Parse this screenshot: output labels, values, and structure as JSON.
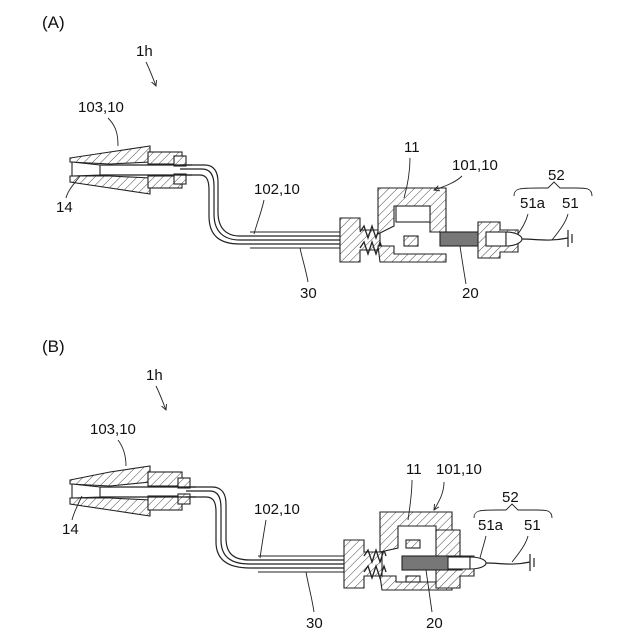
{
  "panels": [
    {
      "id": "A",
      "panel_label": "(A)",
      "assembly_label": "1h",
      "labels": {
        "nozzle": "103,10",
        "tube": "102,10",
        "housing": "101,10",
        "cavity": "11",
        "tip": "14",
        "hose": "30",
        "pin": "20",
        "electrode_group": "52",
        "electrode_tip": "51a",
        "electrode": "51"
      },
      "state": "disconnected"
    },
    {
      "id": "B",
      "panel_label": "(B)",
      "assembly_label": "1h",
      "labels": {
        "nozzle": "103,10",
        "tube": "102,10",
        "housing": "101,10",
        "cavity": "11",
        "tip": "14",
        "hose": "30",
        "pin": "20",
        "electrode_group": "52",
        "electrode_tip": "51a",
        "electrode": "51"
      },
      "state": "connected"
    }
  ]
}
